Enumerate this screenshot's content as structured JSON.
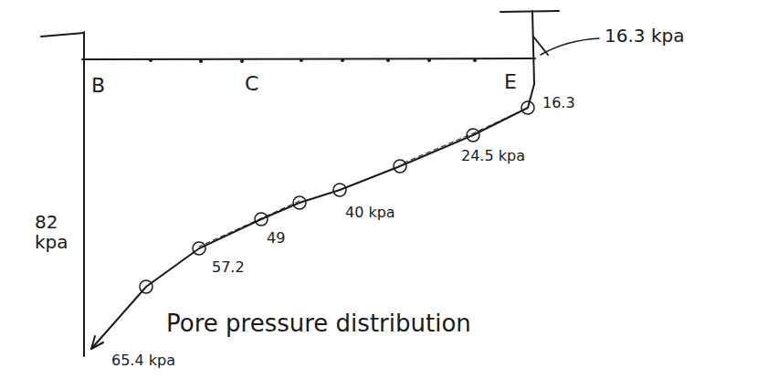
{
  "diagram": {
    "labels": [
      "B",
      "C",
      "E",
      "16.3 kpa",
      "16.3",
      "24.5 kpa",
      "40 kpa",
      "49",
      "57.2",
      "65.4 kpa",
      "82 kpa",
      "Pore pressure distribution"
    ]
  }
}
